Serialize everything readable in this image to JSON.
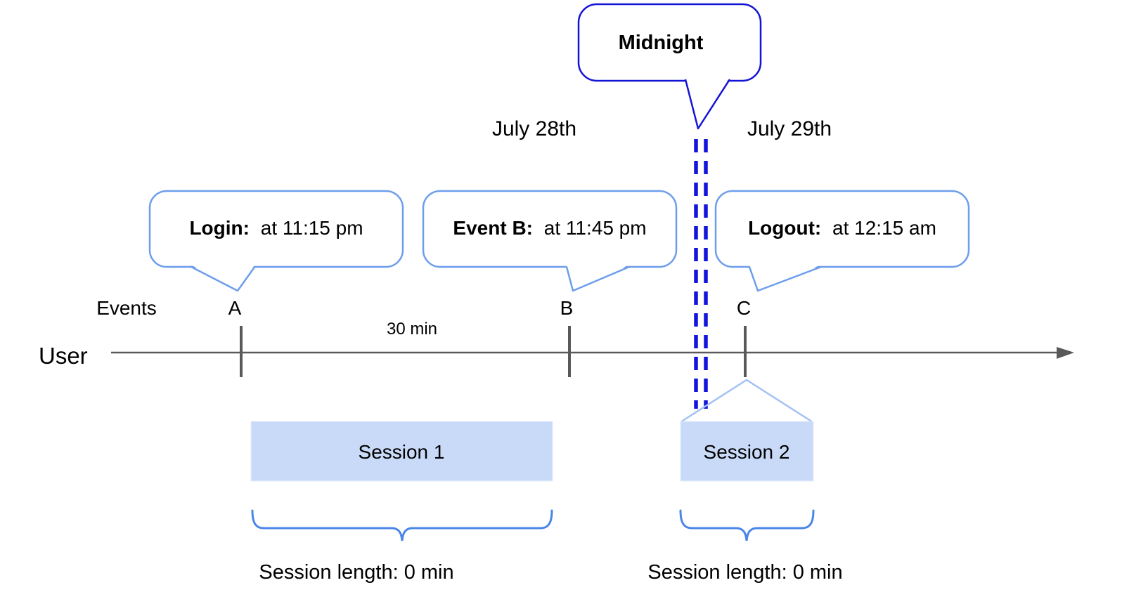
{
  "title_callout": {
    "text": "Midnight"
  },
  "date_labels": {
    "before_midnight": "July 28th",
    "after_midnight": "July 29th"
  },
  "callouts": {
    "login": {
      "title": "Login:",
      "time": "at 11:15 pm"
    },
    "event_b": {
      "title": "Event B:",
      "time": "at 11:45 pm"
    },
    "logout": {
      "title": "Logout:",
      "time": "at 12:15 am"
    }
  },
  "timeline": {
    "row_label": "User",
    "events_label": "Events",
    "marker_a": "A",
    "marker_b": "B",
    "marker_c": "C",
    "interval_label": "30 min"
  },
  "sessions": {
    "session1": {
      "label": "Session 1",
      "length_label": "Session length: 0 min"
    },
    "session2": {
      "label": "Session 2",
      "length_label": "Session length: 0 min"
    }
  },
  "colors": {
    "midnight_blue": "#1414d6",
    "dash_blue": "#1414dd",
    "callout_border_blue": "#6d9eeb",
    "brace_blue": "#4a86e8",
    "roof_light_blue": "#a4c2f4",
    "session_fill": "#c9daf8",
    "axis_gray": "#595959"
  }
}
